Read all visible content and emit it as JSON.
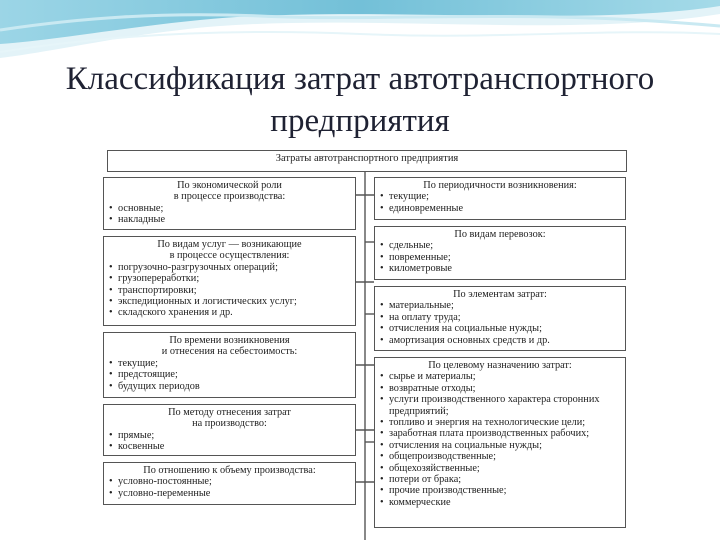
{
  "title": "Классификация затрат автотранспортного предприятия",
  "root": "Затраты автотранспортного предприятия",
  "left_boxes": [
    {
      "heading": "По экономической роли\nв процессе производства:",
      "items": [
        "основные;",
        "накладные"
      ]
    },
    {
      "heading": "По видам услуг — возникающие\nв процессе осуществления:",
      "items": [
        "погрузочно-разгрузочных операций;",
        "грузопереработки;",
        "транспортировки;",
        "экспедиционных и логистических услуг;",
        "складского хранения и др."
      ]
    },
    {
      "heading": "По времени возникновения\nи отнесения на себестоимость:",
      "items": [
        "текущие;",
        "предстоящие;",
        "будущих периодов"
      ]
    },
    {
      "heading": "По методу отнесения затрат\nна производство:",
      "items": [
        "прямые;",
        "косвенные"
      ]
    },
    {
      "heading": "По отношению к объему производства:",
      "items": [
        "условно-постоянные;",
        "условно-переменные"
      ]
    }
  ],
  "right_boxes": [
    {
      "heading": "По периодичности возникновения:",
      "items": [
        "текущие;",
        "единовременные"
      ]
    },
    {
      "heading": "По видам перевозок:",
      "items": [
        "сдельные;",
        "повременные;",
        "километровые"
      ]
    },
    {
      "heading": "По элементам затрат:",
      "items": [
        "материальные;",
        "на оплату труда;",
        "отчисления на социальные нужды;",
        "амортизация основных средств и др."
      ]
    },
    {
      "heading": "По целевому назначению затрат:",
      "items": [
        "сырье и материалы;",
        "возвратные отходы;",
        "услуги производственного характера сторонних предприятий;",
        "топливо и энергия на технологические цели;",
        "заработная плата производственных рабочих;",
        "отчисления на социальные нужды;",
        "общепроизводственные;",
        "общехозяйственные;",
        "потери от брака;",
        "прочие производственные;",
        "коммерческие"
      ]
    }
  ],
  "colors": {
    "banner_light": "#d9eef6",
    "banner_teal": "#6cc1d8",
    "title_text": "#1f2233",
    "border": "#555555"
  }
}
